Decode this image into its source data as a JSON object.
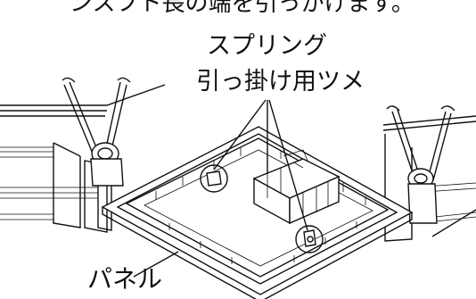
{
  "caption_top_partial": "ンスフト長の端を引っかけます。",
  "callouts": {
    "spring_hook_line1": "スプリング",
    "spring_hook_line2": "引っ掛け用ツメ",
    "panel": "パネル"
  }
}
